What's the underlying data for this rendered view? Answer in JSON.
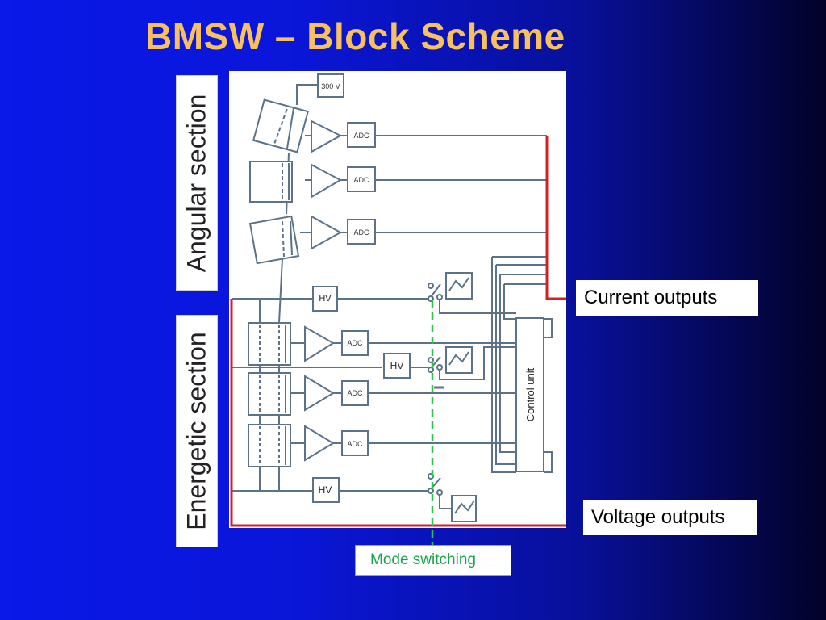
{
  "slide": {
    "title": "BMSW – Block Scheme",
    "colors": {
      "background_left": "#0a18e8",
      "background_right": "#020228",
      "title": "#f9c15d",
      "wire": "#5b7288",
      "output_line": "#d42020",
      "mode_line": "#2ec44a",
      "mode_text": "#1aa34a"
    }
  },
  "sections": {
    "angular": "Angular section",
    "energetic": "Energetic section"
  },
  "diagram": {
    "hv_voltage": "300 V",
    "adc_label": "ADC",
    "hv_label": "HV",
    "control_unit": "Control unit"
  },
  "callouts": {
    "current_outputs": "Current outputs",
    "voltage_outputs": "Voltage outputs",
    "mode_switching": "Mode switching"
  }
}
